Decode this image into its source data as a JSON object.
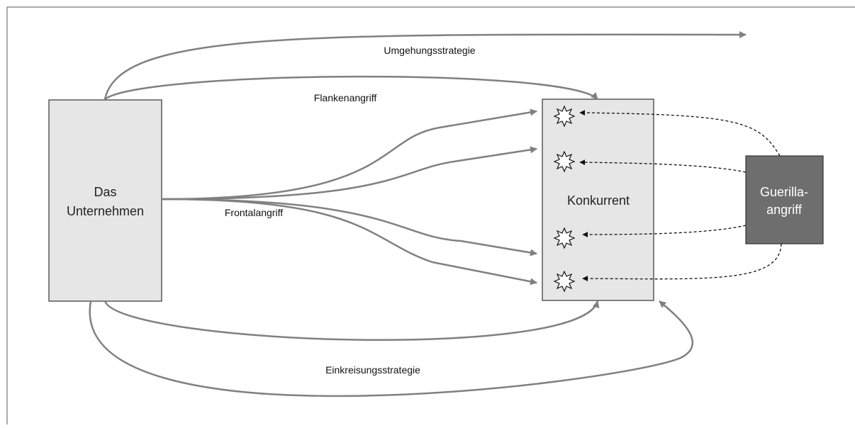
{
  "diagram": {
    "company": {
      "line1": "Das",
      "line2": "Unternehmen"
    },
    "competitor": {
      "label": "Konkurrent"
    },
    "guerilla": {
      "line1": "Guerilla-",
      "line2": "angriff"
    },
    "strategies": {
      "umgehung": "Umgehungsstrategie",
      "flanke": "Flankenangriff",
      "frontal": "Frontalangriff",
      "einkreisung": "Einkreisungsstrategie"
    }
  },
  "colors": {
    "box_fill": "#e6e6e6",
    "guerilla_fill": "#6e6e6e",
    "arrow": "#808080",
    "dashed": "#111111"
  }
}
